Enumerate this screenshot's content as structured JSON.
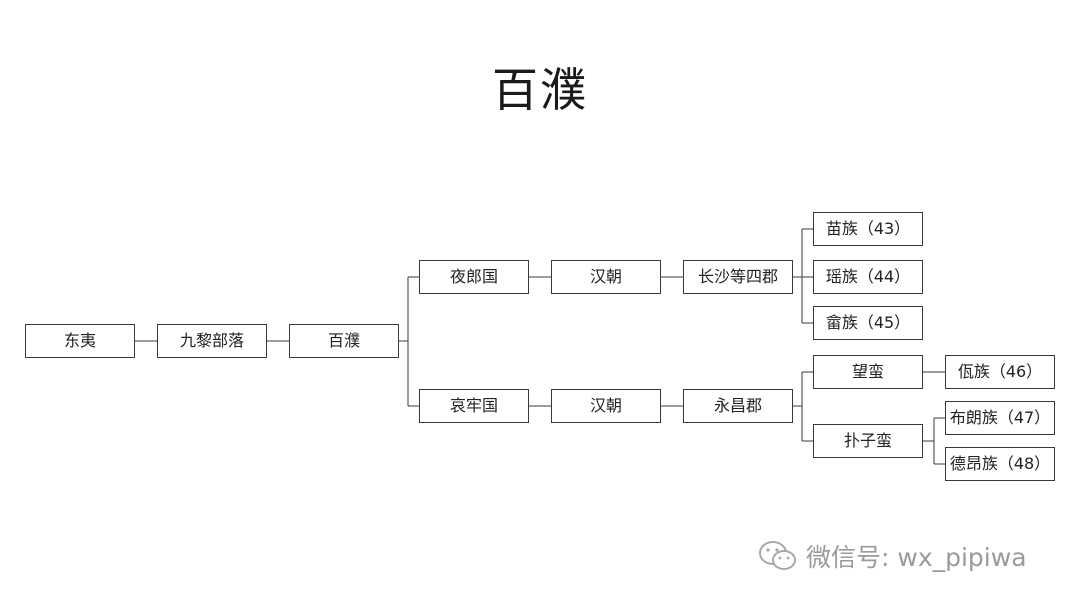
{
  "title": "百濮",
  "nodes": {
    "dongyi": "东夷",
    "jiuli": "九黎部落",
    "baipu": "百濮",
    "yelang": "夜郎国",
    "hanchao_1": "汉朝",
    "changsha": "长沙等四郡",
    "miao": "苗族（43）",
    "yao": "瑶族（44）",
    "she": "畲族（45）",
    "ailao": "哀牢国",
    "hanchao_2": "汉朝",
    "yongchang": "永昌郡",
    "wangman": "望蛮",
    "puziman": "扑子蛮",
    "wa": "佤族（46）",
    "bulang": "布朗族（47）",
    "deang": "德昂族（48）"
  },
  "watermark": {
    "icon": "wechat-icon",
    "text": "微信号: wx_pipiwa"
  }
}
